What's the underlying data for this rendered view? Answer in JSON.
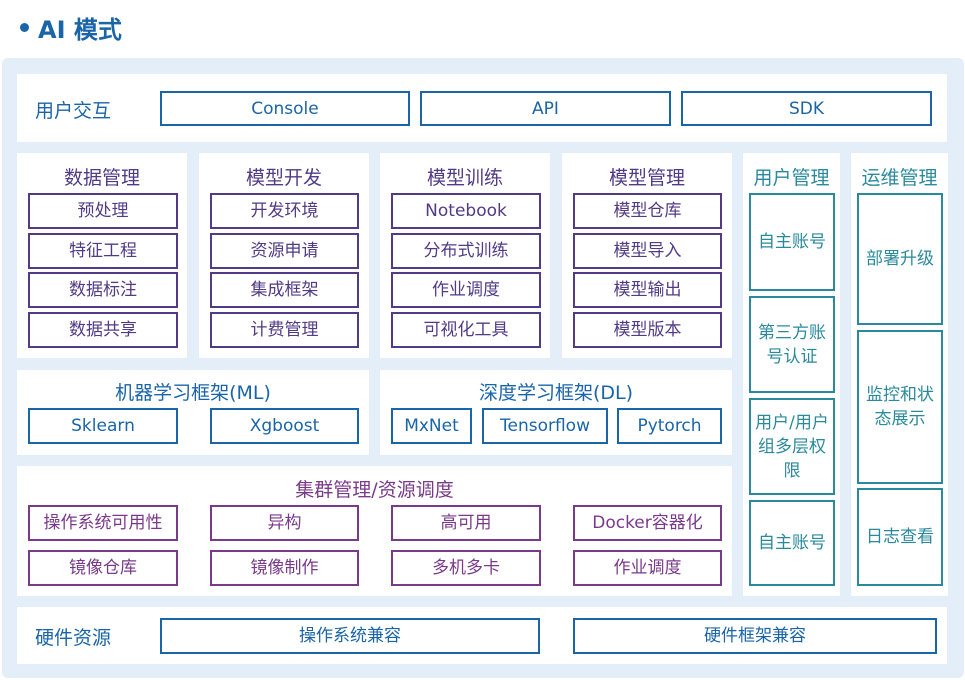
{
  "title": "AI 模式",
  "user_interaction": {
    "label": "用户交互",
    "items": [
      "Console",
      "API",
      "SDK"
    ]
  },
  "modules": [
    {
      "title": "数据管理",
      "items": [
        "预处理",
        "特征工程",
        "数据标注",
        "数据共享"
      ]
    },
    {
      "title": "模型开发",
      "items": [
        "开发环境",
        "资源申请",
        "集成框架",
        "计费管理"
      ]
    },
    {
      "title": "模型训练",
      "items": [
        "Notebook",
        "分布式训练",
        "作业调度",
        "可视化工具"
      ]
    },
    {
      "title": "模型管理",
      "items": [
        "模型仓库",
        "模型导入",
        "模型输出",
        "模型版本"
      ]
    }
  ],
  "ml": {
    "title": "机器学习框架(ML)",
    "items": [
      "Sklearn",
      "Xgboost"
    ]
  },
  "dl": {
    "title": "深度学习框架(DL)",
    "items": [
      "MxNet",
      "Tensorflow",
      "Pytorch"
    ]
  },
  "cluster": {
    "title": "集群管理/资源调度",
    "items": [
      "操作系统可用性",
      "异构",
      "高可用",
      "Docker容器化",
      "镜像仓库",
      "镜像制作",
      "多机多卡",
      "作业调度"
    ]
  },
  "user_mgmt": {
    "title": "用户管理",
    "items": [
      "自主账号",
      "第三方账号认证",
      "用户/用户组多层权限",
      "自主账号"
    ]
  },
  "ops": {
    "title": "运维管理",
    "items": [
      "部署升级",
      "监控和状态展示",
      "日志查看"
    ]
  },
  "hardware": {
    "label": "硬件资源",
    "items": [
      "操作系统兼容",
      "硬件框架兼容"
    ]
  }
}
